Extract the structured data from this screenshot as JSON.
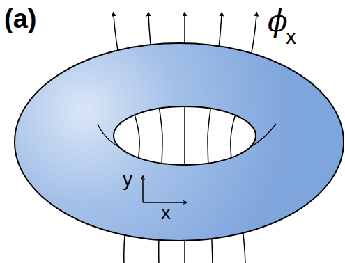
{
  "diagram": {
    "labels": [
      "(a)",
      "ϕ",
      "x",
      "y",
      "x"
    ]
  }
}
